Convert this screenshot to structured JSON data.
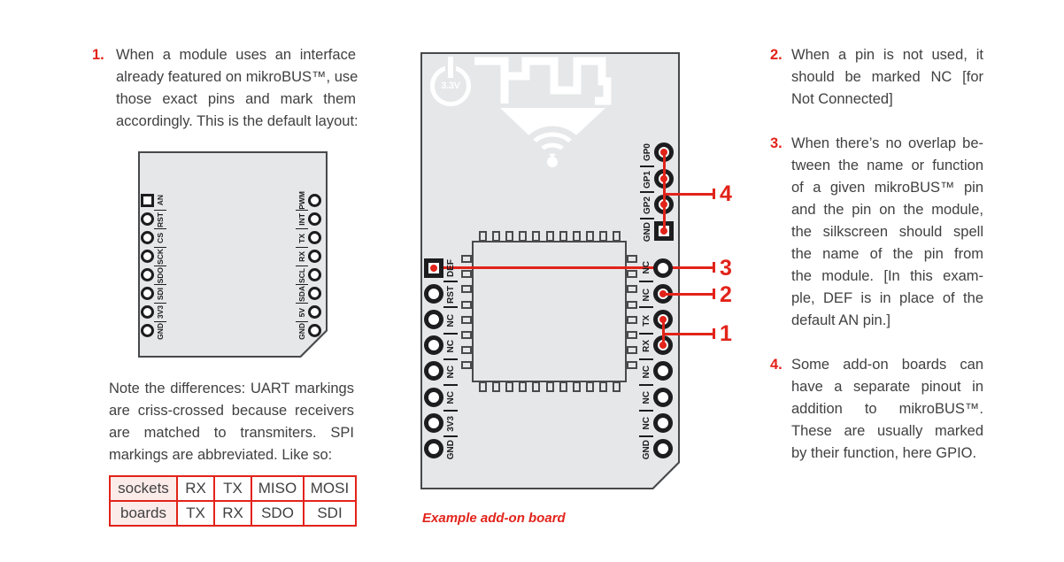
{
  "colors": {
    "accent_red": "#e2231a",
    "text": "#414042",
    "board_fill": "#e6e7e8",
    "pad_black": "#1d1d1f"
  },
  "step1": {
    "num": "1.",
    "lines": [
      "When a module uses an interface",
      "already featured on mikroBUS™, use",
      "those exact pins and mark them",
      "accordingly. This is the default layout:"
    ]
  },
  "note": {
    "lines": [
      "Note the differences: UART markings",
      "are criss-crossed because receivers",
      "are matched to transmiters. SPI",
      "markings are abbreviated. Like so:"
    ]
  },
  "mapping_table": {
    "rows": [
      [
        "sockets",
        "RX",
        "TX",
        "MISO",
        "MOSI"
      ],
      [
        "boards",
        "TX",
        "RX",
        "SDO",
        "SDI"
      ]
    ]
  },
  "default_board": {
    "left_pins": [
      {
        "label": "AN",
        "pad": "square"
      },
      {
        "label": "RST"
      },
      {
        "label": "CS"
      },
      {
        "label": "SCK"
      },
      {
        "label": "SDO"
      },
      {
        "label": "SDI"
      },
      {
        "label": "3V3"
      },
      {
        "label": "GND"
      }
    ],
    "right_pins": [
      {
        "label": "PWM"
      },
      {
        "label": "INT"
      },
      {
        "label": "TX"
      },
      {
        "label": "RX"
      },
      {
        "label": "SCL"
      },
      {
        "label": "SDA"
      },
      {
        "label": "5V"
      },
      {
        "label": "GND"
      }
    ]
  },
  "module": {
    "logo_text": "3.3V",
    "caption": "Example add-on board",
    "top_right_pins": [
      {
        "label": "GP0",
        "dot": true
      },
      {
        "label": "GP1",
        "dot": true
      },
      {
        "label": "GP2",
        "dot": true
      },
      {
        "label": "GND",
        "pad": "square",
        "dot": true
      }
    ],
    "left_pins": [
      {
        "label": "DEF",
        "pad": "square",
        "dot": true
      },
      {
        "label": "RST"
      },
      {
        "label": "NC"
      },
      {
        "label": "NC"
      },
      {
        "label": "NC"
      },
      {
        "label": "NC"
      },
      {
        "label": "3V3"
      },
      {
        "label": "GND"
      }
    ],
    "right_pins": [
      {
        "label": "NC"
      },
      {
        "label": "NC",
        "dot": true
      },
      {
        "label": "TX",
        "dot": true
      },
      {
        "label": "RX",
        "dot": true
      },
      {
        "label": "NC"
      },
      {
        "label": "NC"
      },
      {
        "label": "NC"
      },
      {
        "label": "GND"
      }
    ]
  },
  "callouts": {
    "c1": "1",
    "c2": "2",
    "c3": "3",
    "c4": "4"
  },
  "step2": {
    "num": "2.",
    "lines": [
      "When a pin is not used, it",
      "should be marked NC [for",
      "Not Connected]"
    ]
  },
  "step3": {
    "num": "3.",
    "lines": [
      "When there’s no overlap be-",
      "tween the name or function",
      "of a given mikroBUS™ pin",
      "and the pin on the module,",
      "the silkscreen should spell",
      "the name of the pin from",
      "the module. [In this exam-",
      "ple, DEF is in place of the",
      "default AN pin.]"
    ]
  },
  "step4": {
    "num": "4.",
    "lines": [
      "Some add-on boards can",
      "have a separate pinout in",
      "addition to mikroBUS™.",
      "These are usually marked",
      "by their function, here GPIO."
    ]
  }
}
